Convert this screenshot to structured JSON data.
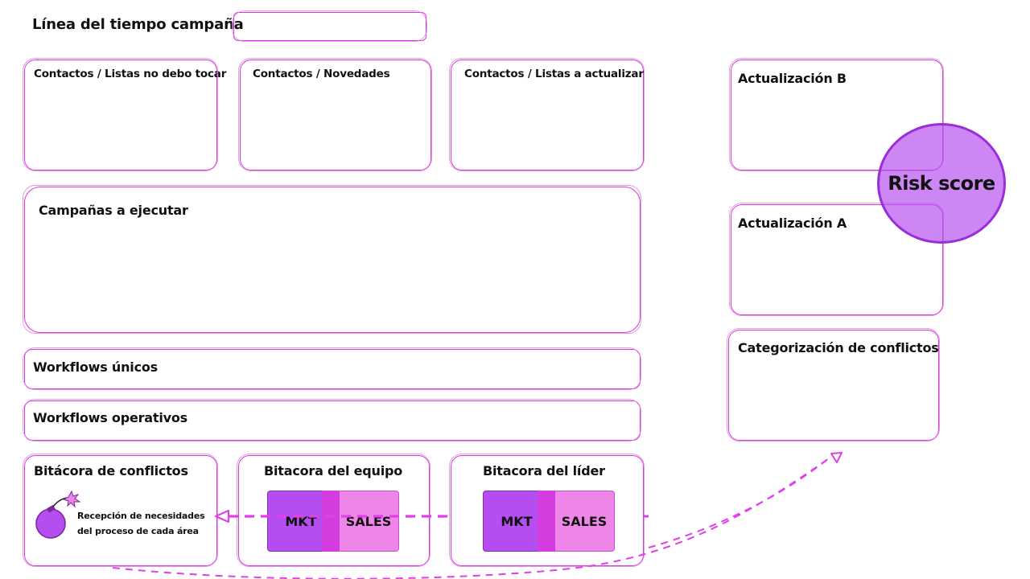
{
  "header": {
    "title": "Línea del tiempo campaña",
    "timeline_value": ""
  },
  "contact_boxes": [
    {
      "label": "Contactos / Listas no debo tocar"
    },
    {
      "label": "Contactos / Novedades"
    },
    {
      "label": "Contactos / Listas a actualizar"
    }
  ],
  "campaigns": {
    "label": "Campañas a ejecutar"
  },
  "workflows_unique": {
    "label": "Workflows únicos"
  },
  "workflows_operative": {
    "label": "Workflows operativos"
  },
  "conflict_log": {
    "label": "Bitácora de conflictos",
    "icon": "bomb-icon",
    "note_line1": "Recepción de necesidades",
    "note_line2": "del proceso de cada área"
  },
  "team_log": {
    "label": "Bitacora del equipo",
    "mkt": "MKT",
    "sales": "SALES"
  },
  "leader_log": {
    "label": "Bitacora del líder",
    "mkt": "MKT",
    "sales": "SALES"
  },
  "update_b": {
    "label": "Actualización B"
  },
  "update_a": {
    "label": "Actualización A"
  },
  "risk_score": {
    "label": "Risk score"
  },
  "conflict_categorization": {
    "label": "Categorización de conflictos"
  },
  "colors": {
    "outline": "#d63cdc",
    "mkt_fill": "#b44ef0",
    "sales_fill": "#ee86ea",
    "risk_fill": "#b44ef0",
    "arrow": "#e040e8"
  }
}
